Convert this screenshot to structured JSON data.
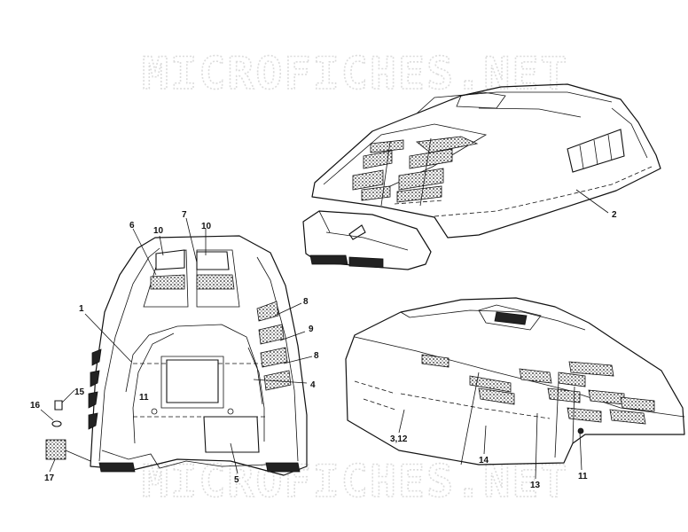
{
  "watermark": {
    "top": "MICROFICHES.NET",
    "bottom": "MICROFICHES.NET"
  },
  "callouts": {
    "c1": "1",
    "c2": "2",
    "c3_12": "3,12",
    "c4": "4",
    "c5": "5",
    "c6": "6",
    "c7": "7",
    "c8a": "8",
    "c8b": "8",
    "c9": "9",
    "c10a": "10",
    "c10b": "10",
    "c11a": "11",
    "c11b": "11",
    "c13": "13",
    "c14": "14",
    "c15": "15",
    "c16": "16",
    "c17": "17"
  }
}
